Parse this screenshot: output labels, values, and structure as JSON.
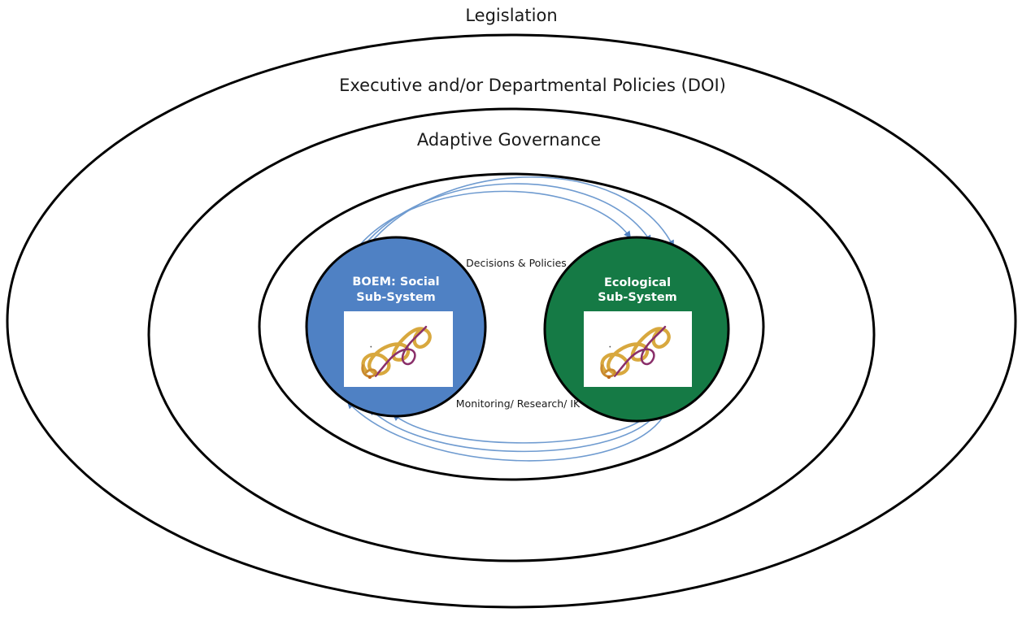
{
  "rings": {
    "legislation": "Legislation",
    "policies": "Executive and/or Departmental Policies (DOI)",
    "governance": "Adaptive Governance"
  },
  "nodes": {
    "social": {
      "line1": "BOEM: Social",
      "line2": "Sub-System",
      "color": "#4f81c4"
    },
    "ecological": {
      "line1": "Ecological",
      "line2": "Sub-System",
      "color": "#157a45"
    }
  },
  "flows": {
    "top": "Decisions & Policies",
    "bottom": "Monitoring/ Research/ IK"
  },
  "colors": {
    "ring": "#000000",
    "arrow": "#6f9bd0",
    "ribbon_gold": "#d8a83e",
    "ribbon_purple": "#8a2f6a"
  }
}
